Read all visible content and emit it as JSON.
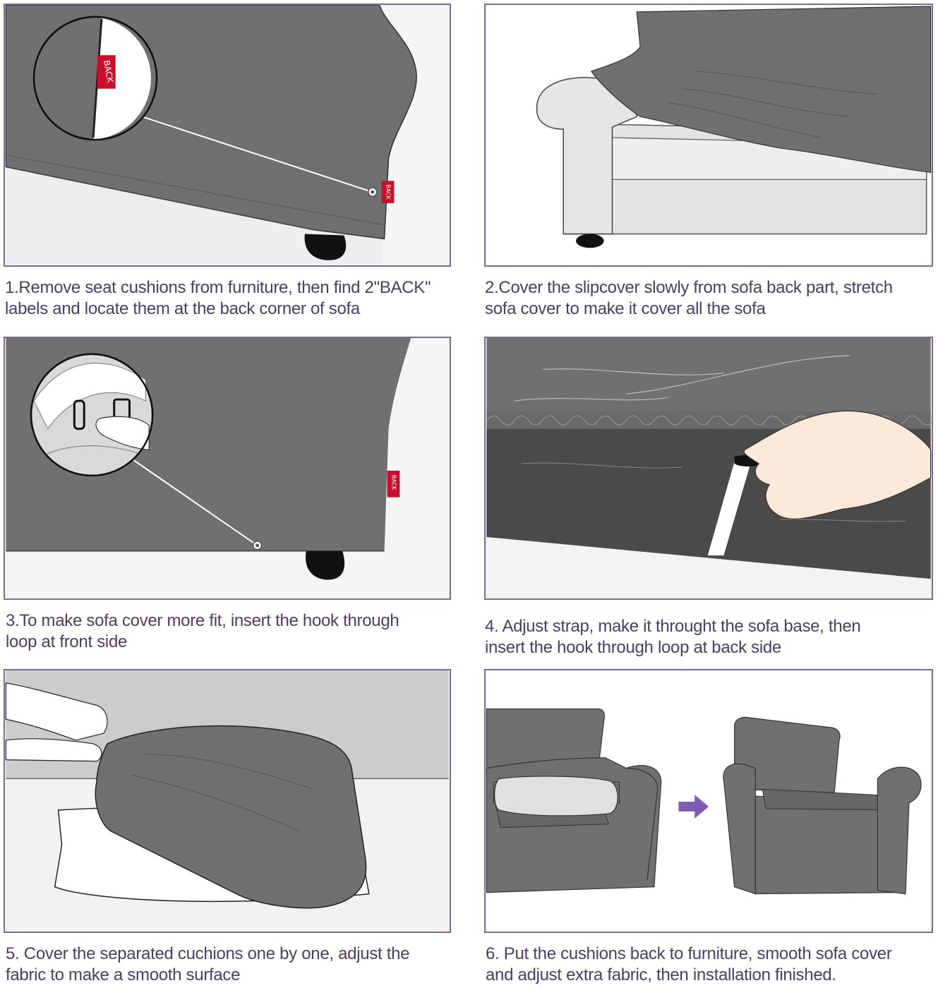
{
  "steps": [
    {
      "line1": "1.Remove seat cushions from furniture, then find 2\"BACK\"",
      "line2": "labels and locate them at the back corner of sofa"
    },
    {
      "line1": "2.Cover the slipcover slowly from sofa back part, stretch",
      "line2": "sofa cover to make it cover all the sofa"
    },
    {
      "line1": "3.To make sofa cover more fit, insert the hook through",
      "line2": "loop at front side"
    },
    {
      "line1": "4. Adjust strap, make it throught the sofa base, then",
      "line2": "insert the hook through loop at back side"
    },
    {
      "line1": "5. Cover the separated cuchions one by one, adjust the",
      "line2": "fabric to make a smooth surface"
    },
    {
      "line1": "6.  Put the cushions back to furniture, smooth sofa cover",
      "line2": "and adjust extra fabric, then installation finished."
    }
  ],
  "tag_label": "BACK",
  "colors": {
    "frame": "#7b6b93",
    "caption_text": "#4a3e63",
    "fabric_gray": "#707070",
    "tag_red": "#c8102e",
    "arrow_purple": "#7e5bb5"
  },
  "icons": [
    "magnifier-circle",
    "back-tag",
    "hook-clip",
    "hand",
    "arrow-right"
  ]
}
